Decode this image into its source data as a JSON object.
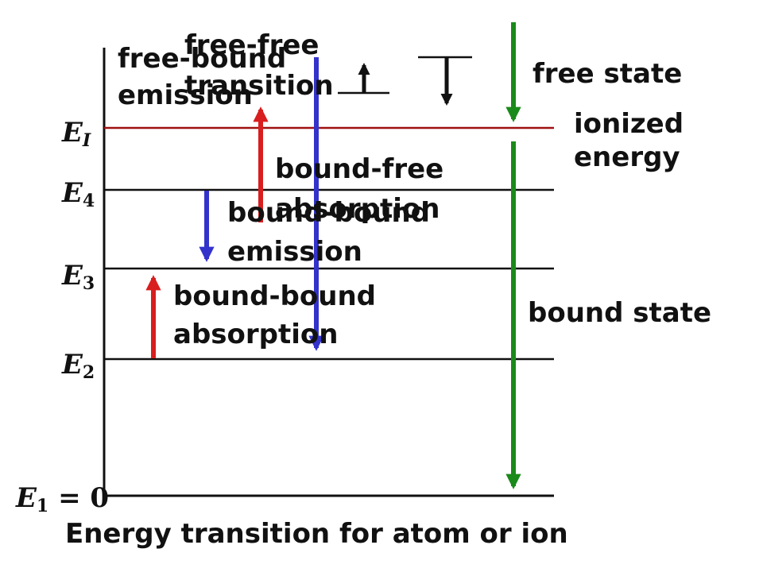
{
  "caption": "Energy transition for atom or ion",
  "energy_levels": [
    {
      "symbol": "E",
      "sub": "1",
      "suffix": " = 0",
      "color": "#000000"
    },
    {
      "symbol": "E",
      "sub": "2",
      "suffix": "",
      "color": "#000000"
    },
    {
      "symbol": "E",
      "sub": "3",
      "suffix": "",
      "color": "#000000"
    },
    {
      "symbol": "E",
      "sub": "4",
      "suffix": "",
      "color": "#000000"
    },
    {
      "symbol": "E",
      "sub": "I",
      "suffix": "",
      "color": "#a01010"
    }
  ],
  "labels": {
    "free_bound": [
      "free-bound",
      "emission"
    ],
    "free_free": [
      "free-free",
      "transition"
    ],
    "free_state": "free state",
    "ionized_energy": [
      "ionized",
      "energy"
    ],
    "bound_free": [
      "bound-free",
      "absorption"
    ],
    "bb_emission": [
      "bound-bound",
      "emission"
    ],
    "bb_absorption": [
      "bound-bound",
      "absorption"
    ],
    "bound_state": "bound state"
  },
  "colors": {
    "red": "#d81e1e",
    "blue": "#3333cc",
    "green": "#1a8a1a",
    "ionization_line": "#a01010"
  }
}
